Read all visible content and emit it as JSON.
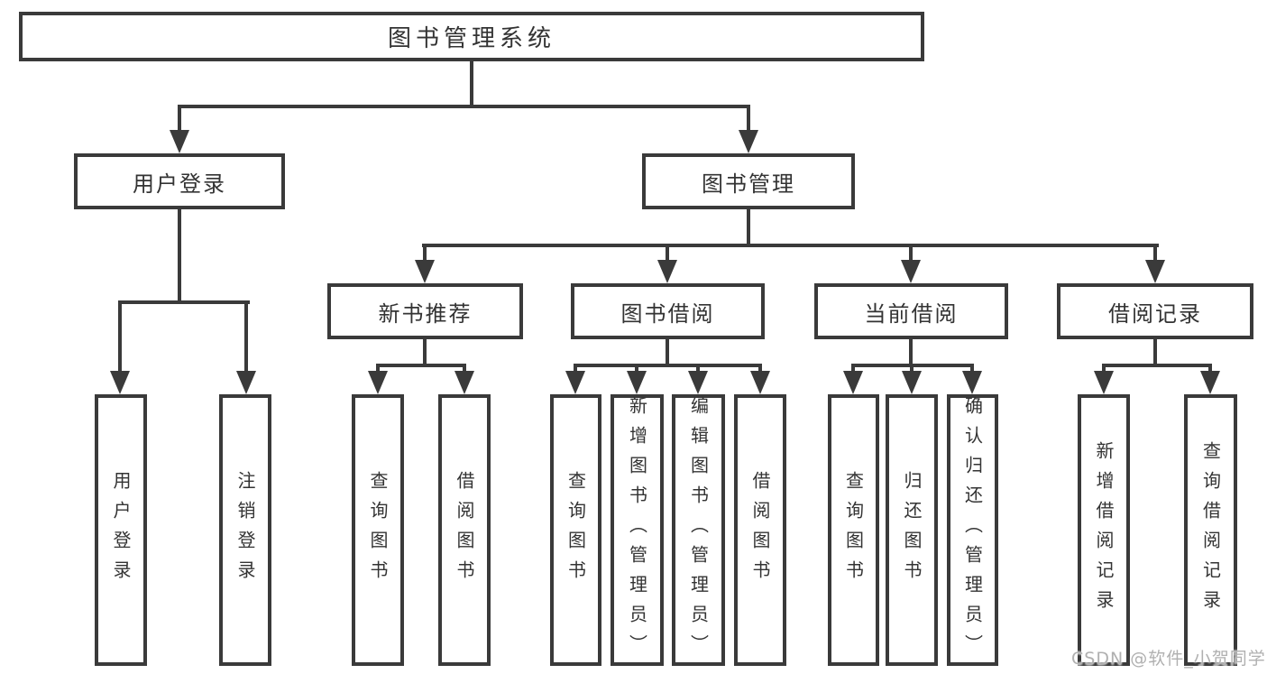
{
  "tree": {
    "label": "图书管理系统",
    "children": [
      {
        "label": "用户登录",
        "children": [
          {
            "label": "用户登录"
          },
          {
            "label": "注销登录"
          }
        ]
      },
      {
        "label": "图书管理",
        "children": [
          {
            "label": "新书推荐",
            "children": [
              {
                "label": "查询图书"
              },
              {
                "label": "借阅图书"
              }
            ]
          },
          {
            "label": "图书借阅",
            "children": [
              {
                "label": "查询图书"
              },
              {
                "label": "新增图书（管理员）"
              },
              {
                "label": "编辑图书（管理员）"
              },
              {
                "label": "借阅图书"
              }
            ]
          },
          {
            "label": "当前借阅",
            "children": [
              {
                "label": "查询图书"
              },
              {
                "label": "归还图书"
              },
              {
                "label": "确认归还（管理员）"
              }
            ]
          },
          {
            "label": "借阅记录",
            "children": [
              {
                "label": "新增借阅记录"
              },
              {
                "label": "查询借阅记录"
              }
            ]
          }
        ]
      }
    ]
  },
  "watermark": "CSDN @软件_小贺同学",
  "colors": {
    "line": "#3a3a3a",
    "text": "#333333",
    "box_background": "#ffffff",
    "watermark": "#b0b0b0",
    "page_background": "#ffffff"
  }
}
